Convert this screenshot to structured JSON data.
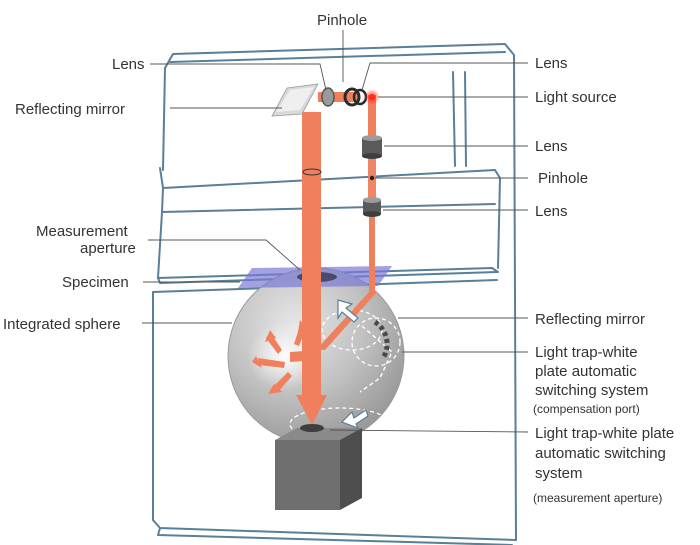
{
  "labels": {
    "pinhole_top": "Pinhole",
    "lens_left": "Lens",
    "reflecting_mirror_left": "Reflecting mirror",
    "measurement_aperture_line1": "Measurement",
    "measurement_aperture_line2": "aperture",
    "specimen": "Specimen",
    "integrated_sphere": "Integrated sphere",
    "lens_right_top": "Lens",
    "light_source": "Light source",
    "lens_right_mid": "Lens",
    "pinhole_right": "Pinhole",
    "lens_right_low": "Lens",
    "reflecting_mirror_right": "Reflecting mirror",
    "comp_line1": "Light trap-white",
    "comp_line2": "plate automatic",
    "comp_line3": "switching system",
    "comp_note": "(compensation port)",
    "meas_line1": "Light trap-white plate",
    "meas_line2": "automatic switching",
    "meas_line3": "system",
    "meas_note": "(measurement aperture)"
  },
  "colors": {
    "cabinet_outline": "#5a7f98",
    "beam": "#f07f5e",
    "specimen": "#7a79d6",
    "sphere": "#b4b4b4",
    "detector": "#6e6e6e"
  }
}
